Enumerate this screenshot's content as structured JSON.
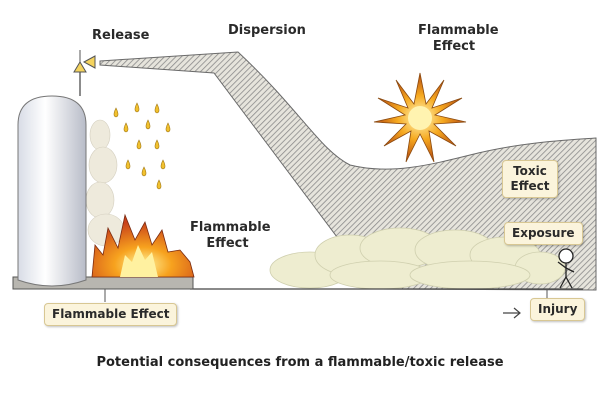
{
  "labels": {
    "release": "Release",
    "dispersion": "Dispersion",
    "flammable_effect_top": "Flammable Effect",
    "flammable_effect_fire": "Flammable Effect",
    "toxic_effect": "Toxic Effect",
    "exposure": "Exposure",
    "flammable_effect_box": "Flammable Effect",
    "injury": "Injury"
  },
  "caption": "Potential consequences from a flammable/toxic release",
  "colors": {
    "box_fill": "#fbf4dc",
    "fire": "#f08a1c",
    "hatch": "#8a8a8a"
  }
}
